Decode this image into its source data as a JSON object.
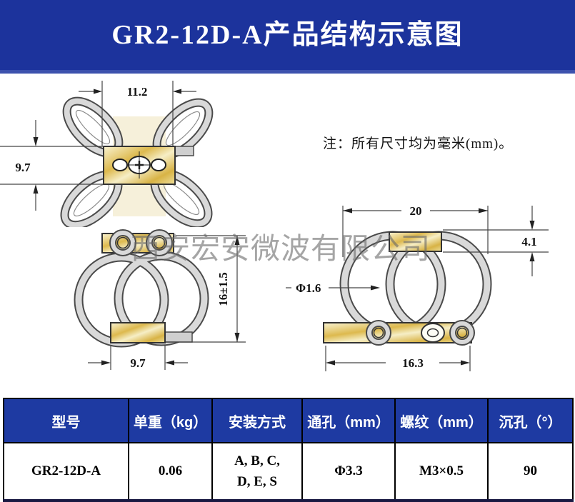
{
  "header": {
    "title": "GR2-12D-A产品结构示意图",
    "bg_color": "#1c339c",
    "strip_color": "#3c51ad"
  },
  "note": "注：所有尺寸均为毫米(mm)。",
  "watermark": "西安宏安微波有限公司",
  "views": {
    "top": {
      "dim_width_top": "11.2",
      "dim_height_left": "9.7"
    },
    "front": {
      "dim_height_right": "16±1.5",
      "dim_width_bottom": "9.7"
    },
    "side": {
      "dim_width_top": "20",
      "dim_bar_thickness": "4.1",
      "dim_wire_diameter": "Φ1.6",
      "dim_width_bottom": "16.3"
    }
  },
  "colors": {
    "metal_gold_light": "#f8f1cb",
    "metal_gold_dark": "#d9b44c",
    "wire_gray": "#d9d9d9",
    "wire_outline": "#4a4a4a",
    "dimension_line": "#444444",
    "table_header_bg": "#1e3aa2",
    "table_header_fg": "#ffffff"
  },
  "table": {
    "headers": [
      "型号",
      "单重（kg）",
      "安装方式",
      "通孔（mm）",
      "螺纹（mm）",
      "沉孔（°）"
    ],
    "row": {
      "model": "GR2-12D-A",
      "weight_kg": "0.06",
      "install_line1": "A, B, C,",
      "install_line2": "D, E, S",
      "through_hole_mm": "Φ3.3",
      "thread_mm": "M3×0.5",
      "countersink_deg": "90"
    }
  }
}
